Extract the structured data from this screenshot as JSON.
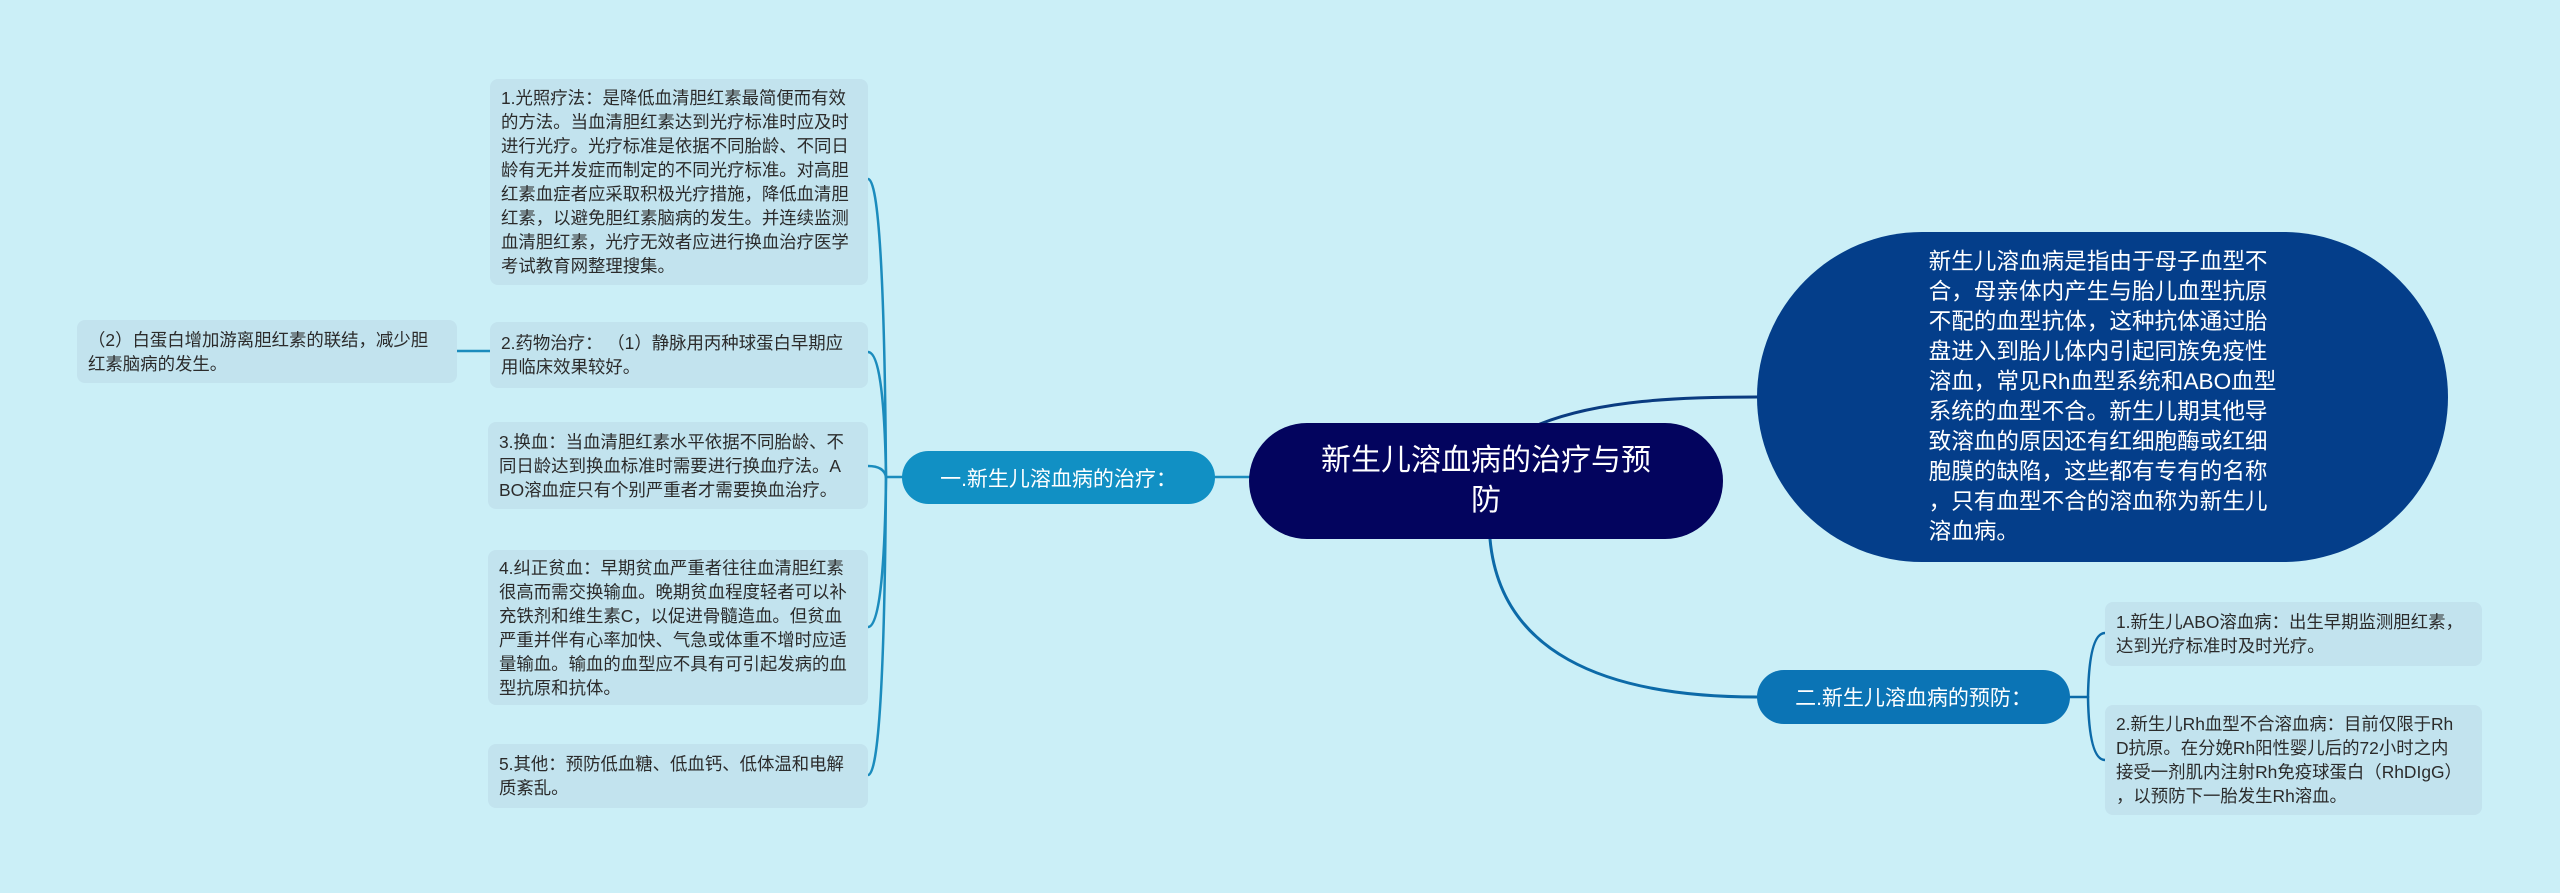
{
  "colors": {
    "background": "#cbeff7",
    "leaf_bg": "#c2e3ee",
    "leaf_text": "#2b2b2b",
    "root_bg": "#03045e",
    "description_bg": "#043e8a",
    "treatment_branch_bg": "#1190c4",
    "prevention_branch_bg": "#0b74b5",
    "treatment_line": "#1b8cbd",
    "prevention_line": "#0c6aa8",
    "description_line": "#0a3b80"
  },
  "mindmap": {
    "root": {
      "title": "新生儿溶血病的治疗与预\n防"
    },
    "description": {
      "text": "新生儿溶血病是指由于母子血型不\n合，母亲体内产生与胎儿血型抗原\n不配的血型抗体，这种抗体通过胎\n盘进入到胎儿体内引起同族免疫性\n溶血，常见Rh血型系统和ABO血型\n系统的血型不合。新生儿期其他导\n致溶血的原因还有红细胞酶或红细\n胞膜的缺陷，这些都有专有的名称\n，只有血型不合的溶血称为新生儿\n溶血病。"
    },
    "branches": [
      {
        "label": "一.新生儿溶血病的治疗：",
        "children": [
          {
            "text": "1.光照疗法：是降低血清胆红素最简便而有效\n的方法。当血清胆红素达到光疗标准时应及时\n进行光疗。光疗标准是依据不同胎龄、不同日\n龄有无并发症而制定的不同光疗标准。对高胆\n红素血症者应采取积极光疗措施，降低血清胆\n红素，以避免胆红素脑病的发生。并连续监测\n血清胆红素，光疗无效者应进行换血治疗医学\n考试教育网整理搜集。"
          },
          {
            "text": "2.药物治疗： （1）静脉用丙种球蛋白早期应\n用临床效果较好。",
            "children": [
              {
                "text": "（2）白蛋白增加游离胆红素的联结，减少胆\n红素脑病的发生。"
              }
            ]
          },
          {
            "text": "3.换血：当血清胆红素水平依据不同胎龄、不\n同日龄达到换血标准时需要进行换血疗法。A\nBO溶血症只有个别严重者才需要换血治疗。"
          },
          {
            "text": "4.纠正贫血：早期贫血严重者往往血清胆红素\n很高而需交换输血。晚期贫血程度轻者可以补\n充铁剂和维生素C，以促进骨髓造血。但贫血\n严重并伴有心率加快、气急或体重不增时应适\n量输血。输血的血型应不具有可引起发病的血\n型抗原和抗体。"
          },
          {
            "text": "5.其他：预防低血糖、低血钙、低体温和电解\n质紊乱。"
          }
        ]
      },
      {
        "label": "二.新生儿溶血病的预防：",
        "children": [
          {
            "text": "1.新生儿ABO溶血病：出生早期监测胆红素，\n达到光疗标准时及时光疗。"
          },
          {
            "text": "2.新生儿Rh血型不合溶血病：目前仅限于Rh\nD抗原。在分娩Rh阳性婴儿后的72小时之内\n接受一剂肌内注射Rh免疫球蛋白（RhDIgG）\n，以预防下一胎发生Rh溶血。"
          }
        ]
      }
    ]
  }
}
